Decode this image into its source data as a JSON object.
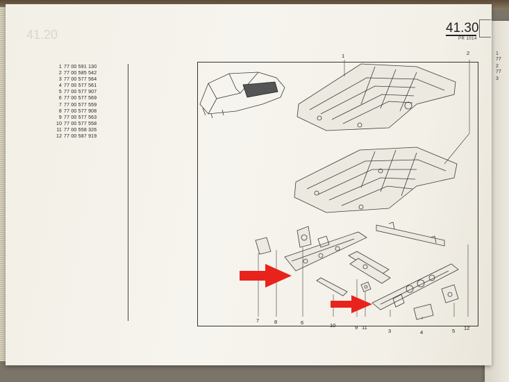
{
  "header": {
    "page_number": "41.30",
    "sub_code": "PR 1014",
    "ghost_text": "41.20"
  },
  "parts_list": [
    {
      "ref": "1",
      "part_number": "77 00 591 130"
    },
    {
      "ref": "2",
      "part_number": "77 00 585 542"
    },
    {
      "ref": "3",
      "part_number": "77 00 577 564"
    },
    {
      "ref": "4",
      "part_number": "77 00 577 561"
    },
    {
      "ref": "5",
      "part_number": "77 00 577 907"
    },
    {
      "ref": "6",
      "part_number": "77 00 577 569"
    },
    {
      "ref": "7",
      "part_number": "77 00 577 559"
    },
    {
      "ref": "8",
      "part_number": "77 00 577 908"
    },
    {
      "ref": "9",
      "part_number": "77 00 577 563"
    },
    {
      "ref": "10",
      "part_number": "77 00 577 558"
    },
    {
      "ref": "11",
      "part_number": "77 00 558 326"
    },
    {
      "ref": "12",
      "part_number": "77 00 587 919"
    }
  ],
  "diagram_refs": {
    "r1": "1",
    "r2": "2",
    "r3": "3",
    "r4": "4",
    "r5": "5",
    "r6": "6",
    "r7": "7",
    "r8": "8",
    "r9": "9",
    "r10": "10",
    "r11": "11",
    "r12": "12"
  },
  "next_page": {
    "lines": [
      "1",
      "77",
      "2",
      "77",
      "3"
    ]
  },
  "annotations": {
    "arrow_color": "#e8231c"
  }
}
